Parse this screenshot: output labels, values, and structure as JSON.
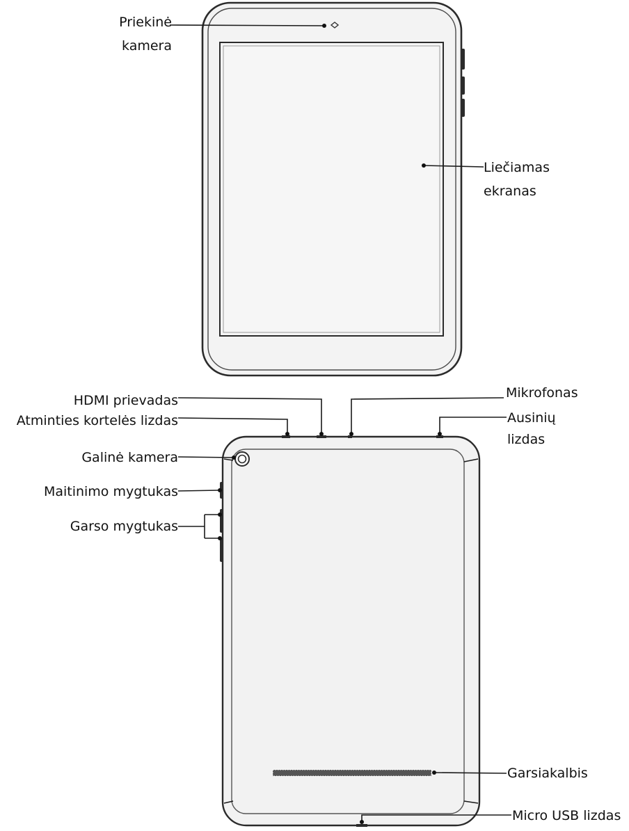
{
  "labels": {
    "front_camera": [
      "Priekinė",
      "kamera"
    ],
    "touch_screen": [
      "Liečiamas",
      "ekranas"
    ],
    "hdmi_port": "HDMI prievadas",
    "memory_card_slot": "Atminties kortelės lizdas",
    "microphone": "Mikrofonas",
    "headphone_jack": [
      "Ausinių",
      "lizdas"
    ],
    "rear_camera": "Galinė kamera",
    "power_button": "Maitinimo mygtukas",
    "volume_button": "Garso mygtukas",
    "speaker": "Garsiakalbis",
    "micro_usb_port": "Micro USB lizdas"
  },
  "colors": {
    "outline": "#2b2b2b",
    "bezel_fill": "#f3f3f3",
    "screen_fill": "#f6f6f6",
    "body_fill": "#f2f2f2",
    "speaker_grille": "#555555"
  }
}
